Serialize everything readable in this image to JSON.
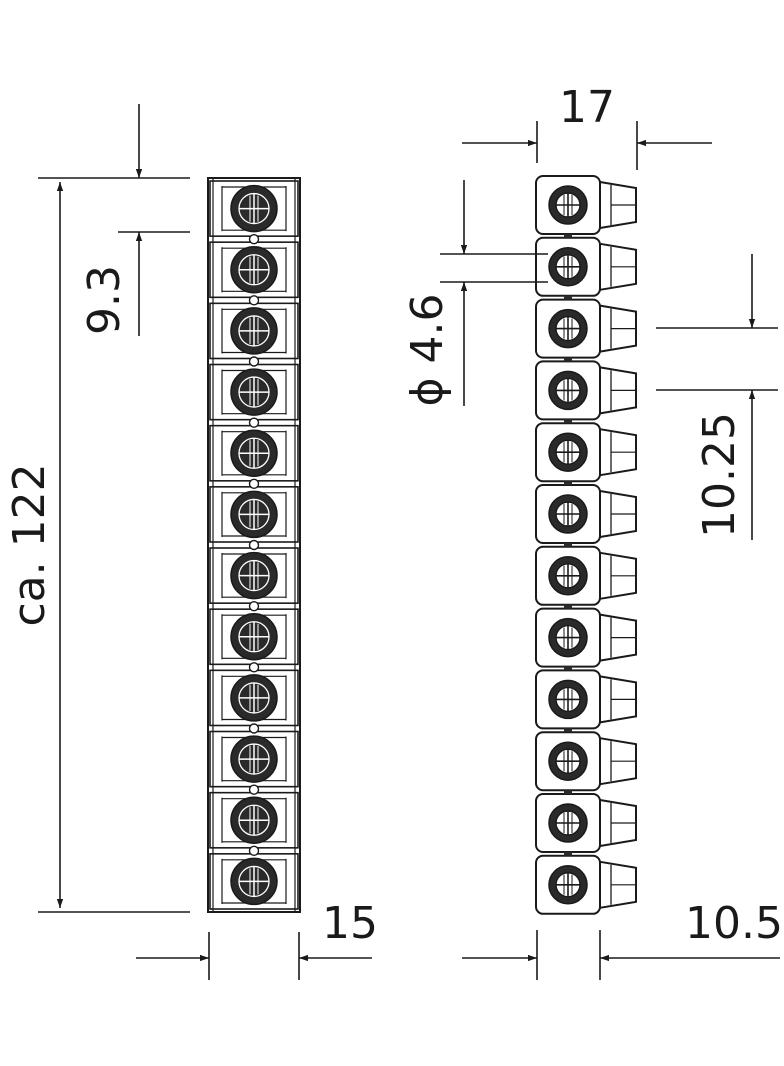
{
  "diagram": {
    "terminal_count": 12,
    "dimensions": {
      "pitch": "9.3",
      "length": "ca. 122",
      "width_front": "15",
      "width_side": "17",
      "hole_diameter": "ϕ 4.6",
      "side_pitch": "10.25",
      "side_depth": "10.5"
    },
    "colors": {
      "line": "#1a1a1a",
      "screw": "#2a2a2a",
      "background": "#ffffff"
    }
  }
}
